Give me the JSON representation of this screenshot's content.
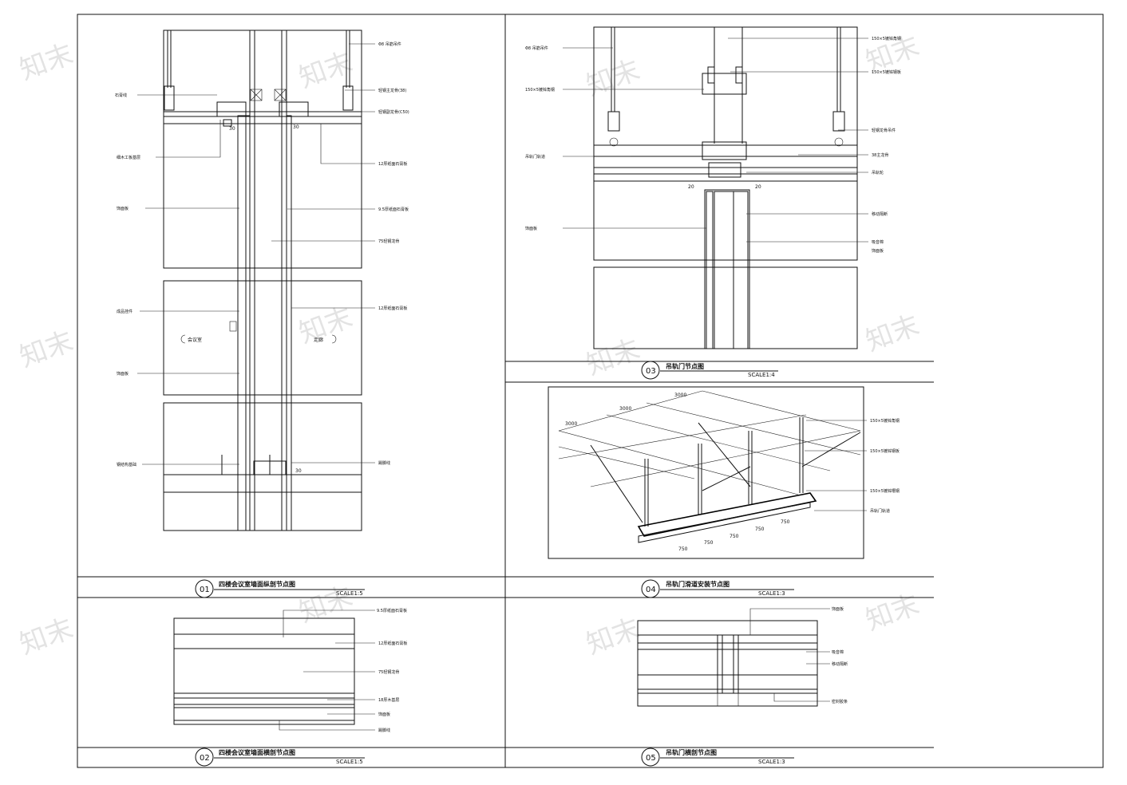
{
  "watermark": "知末",
  "details": {
    "d01": {
      "number": "01",
      "title": "四楼会议室墙面纵剖节点图",
      "scale": "SCALE1:5",
      "labels_right": [
        "Φ8 吊筋吊件",
        "轻钢主龙骨(38)",
        "轻钢副龙骨(C50)",
        "12厚纸面石膏板",
        "9.5厚纸面石膏板",
        "75轻钢龙骨",
        "12厚纸面石膏板",
        "踢脚线"
      ],
      "labels_left": [
        "石膏线",
        "细木工板基层",
        "饰面板",
        "成品挂件",
        "饰面板",
        "钢结构基础"
      ],
      "room_left": "会议室",
      "room_right": "走廊",
      "dims": [
        "30",
        "30",
        "30"
      ]
    },
    "d02": {
      "number": "02",
      "title": "四楼会议室墙面横剖节点图",
      "scale": "SCALE1:5",
      "labels": [
        "9.5厚纸面石膏板",
        "12厚纸面石膏板",
        "75轻钢龙骨",
        "18厚木基层",
        "饰面板",
        "踢脚线"
      ]
    },
    "d03": {
      "number": "03",
      "title": "吊轨门节点图",
      "scale": "SCALE1:4",
      "labels_left": [
        "Φ8 吊筋吊件",
        "150×5镀锌角钢",
        "吊轨门轨道",
        "饰面板"
      ],
      "labels_right": [
        "150×5镀锌角钢",
        "150×5镀锌钢板",
        "轻钢龙骨吊件",
        "38主龙骨",
        "吊轨轮",
        "移动隔断",
        "吸音棉",
        "饰面板"
      ],
      "dims": [
        "20",
        "20"
      ]
    },
    "d04": {
      "number": "04",
      "title": "吊轨门滑道安装节点图",
      "scale": "SCALE1:3",
      "labels": [
        "150×5镀锌角钢",
        "150×5镀锌钢板",
        "150×5镀锌槽钢",
        "吊轨门轨道"
      ],
      "dims_top": [
        "3000",
        "3000",
        "3000"
      ],
      "dims_bottom": [
        "750",
        "750",
        "750",
        "750",
        "750"
      ]
    },
    "d05": {
      "number": "05",
      "title": "吊轨门横剖节点图",
      "scale": "SCALE1:3",
      "labels": [
        "饰面板",
        "吸音棉",
        "移动隔断",
        "密封胶条"
      ]
    }
  }
}
